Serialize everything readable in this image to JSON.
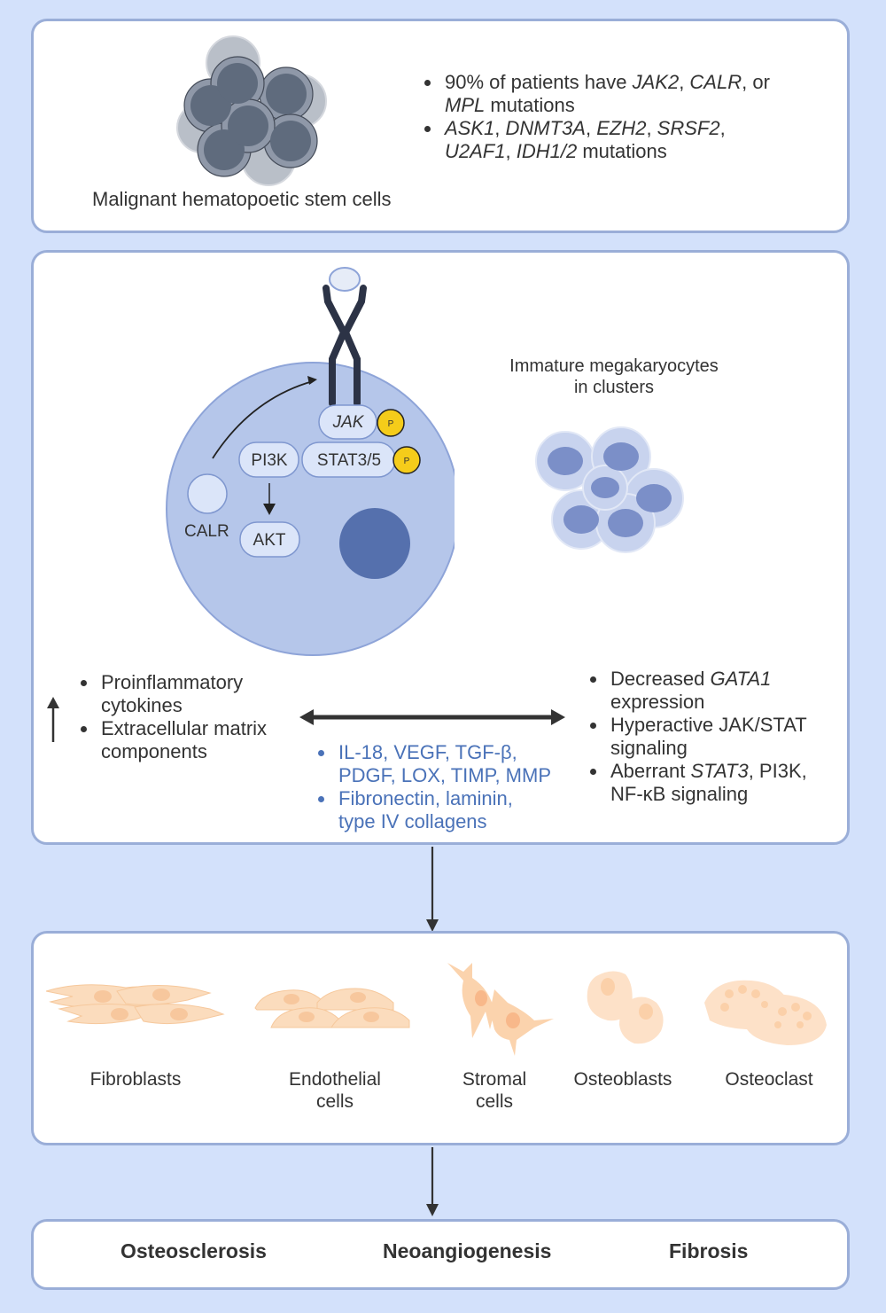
{
  "panel_stem_cells": {
    "caption": "Malignant hematopoetic stem cells",
    "bullets": [
      {
        "parts": [
          {
            "text": "90% of patients have ",
            "italic": false
          },
          {
            "text": "JAK2",
            "italic": true
          },
          {
            "text": ", ",
            "italic": false
          },
          {
            "text": "CALR",
            "italic": true
          },
          {
            "text": ", or ",
            "italic": false
          },
          {
            "text": "MPL",
            "italic": true
          },
          {
            "text": " mutations",
            "italic": false
          }
        ]
      },
      {
        "parts": [
          {
            "text": "ASK1",
            "italic": true
          },
          {
            "text": ", ",
            "italic": false
          },
          {
            "text": "DNMT3A",
            "italic": true
          },
          {
            "text": ", ",
            "italic": false
          },
          {
            "text": "EZH2",
            "italic": true
          },
          {
            "text": ", ",
            "italic": false
          },
          {
            "text": "SRSF2",
            "italic": true
          },
          {
            "text": ", ",
            "italic": false
          },
          {
            "text": "U2AF1",
            "italic": true
          },
          {
            "text": ", ",
            "italic": false
          },
          {
            "text": "IDH1/2",
            "italic": true
          },
          {
            "text": " mutations",
            "italic": false
          }
        ]
      }
    ]
  },
  "panel_signaling": {
    "cell_labels": {
      "jak": "JAK",
      "stat": "STAT3/5",
      "pi3k": "PI3K",
      "akt": "AKT",
      "calr": "CALR",
      "phospho": "P"
    },
    "megakaryocyte_caption_line1": "Immature megakaryocytes",
    "megakaryocyte_caption_line2": "in clusters",
    "left_bullets": [
      "Proinflammatory cytokines",
      "Extracellular matrix components"
    ],
    "mediator_bullets": [
      "IL-18, VEGF, TGF-β, PDGF, LOX, TIMP, MMP",
      "Fibronectin, laminin, type IV collagens"
    ],
    "right_bullets": [
      {
        "parts": [
          {
            "text": "Decreased ",
            "italic": false
          },
          {
            "text": "GATA1",
            "italic": true
          },
          {
            "text": " expression",
            "italic": false
          }
        ]
      },
      {
        "parts": [
          {
            "text": "Hyperactive JAK/STAT signaling",
            "italic": false
          }
        ]
      },
      {
        "parts": [
          {
            "text": "Aberrant ",
            "italic": false
          },
          {
            "text": "STAT3",
            "italic": true
          },
          {
            "text": ", PI3K, NF-κB signaling",
            "italic": false
          }
        ]
      }
    ],
    "increase_icon": "up-arrow-icon"
  },
  "panel_microenvironment": {
    "cells": [
      {
        "line1": "Fibroblasts",
        "line2": ""
      },
      {
        "line1": "Endothelial",
        "line2": "cells"
      },
      {
        "line1": "Stromal",
        "line2": "cells"
      },
      {
        "line1": "Osteoblasts",
        "line2": ""
      },
      {
        "line1": "Osteoclast",
        "line2": ""
      }
    ]
  },
  "panel_outcomes": {
    "items": [
      "Osteosclerosis",
      "Neoangiogenesis",
      "Fibrosis"
    ]
  },
  "colors": {
    "background": "#d3e1fb",
    "panel_border": "#9aaed8",
    "cell_body": "#b5c6ea",
    "nucleus": "#5570ad",
    "phospho": "#f5cc1a",
    "mediator_text": "#4a72b8",
    "stroma_cells": "#fbd9b6"
  }
}
